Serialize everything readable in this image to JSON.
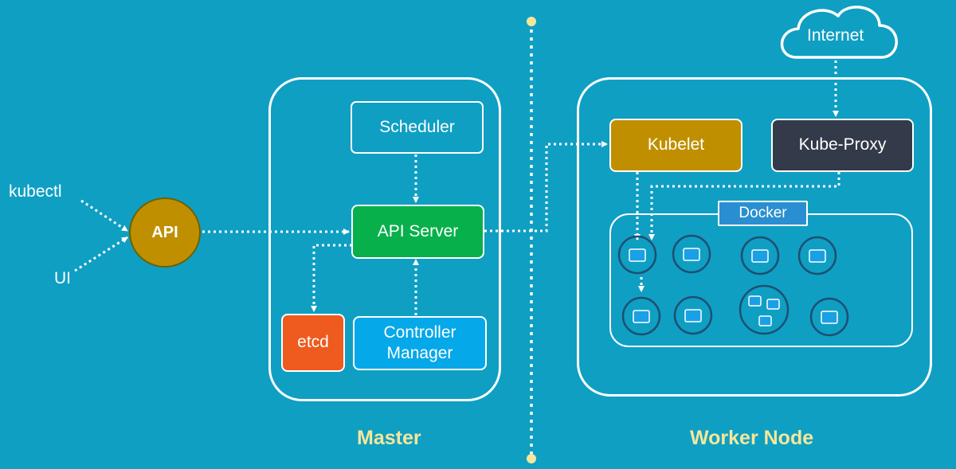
{
  "clients": {
    "kubectl": "kubectl",
    "ui": "UI"
  },
  "api_node": {
    "label": "API",
    "color": "#c08f00"
  },
  "master": {
    "title": "Master",
    "scheduler": "Scheduler",
    "api_server": "API Server",
    "etcd": "etcd",
    "controller_manager": "Controller Manager"
  },
  "worker": {
    "title": "Worker Node",
    "internet": "Internet",
    "kubelet": "Kubelet",
    "kube_proxy": "Kube-Proxy",
    "docker": "Docker"
  },
  "colors": {
    "background": "#0f9fc3",
    "api_server": "#08b04b",
    "etcd": "#ef5a1e",
    "controller_manager": "#05a8e8",
    "kubelet": "#c08f00",
    "kube_proxy": "#333a4a",
    "docker_label": "#2a8fd0",
    "section_title": "#f4e79a",
    "container": "#1aa0e6",
    "pod_ring": "#1d4f73"
  }
}
